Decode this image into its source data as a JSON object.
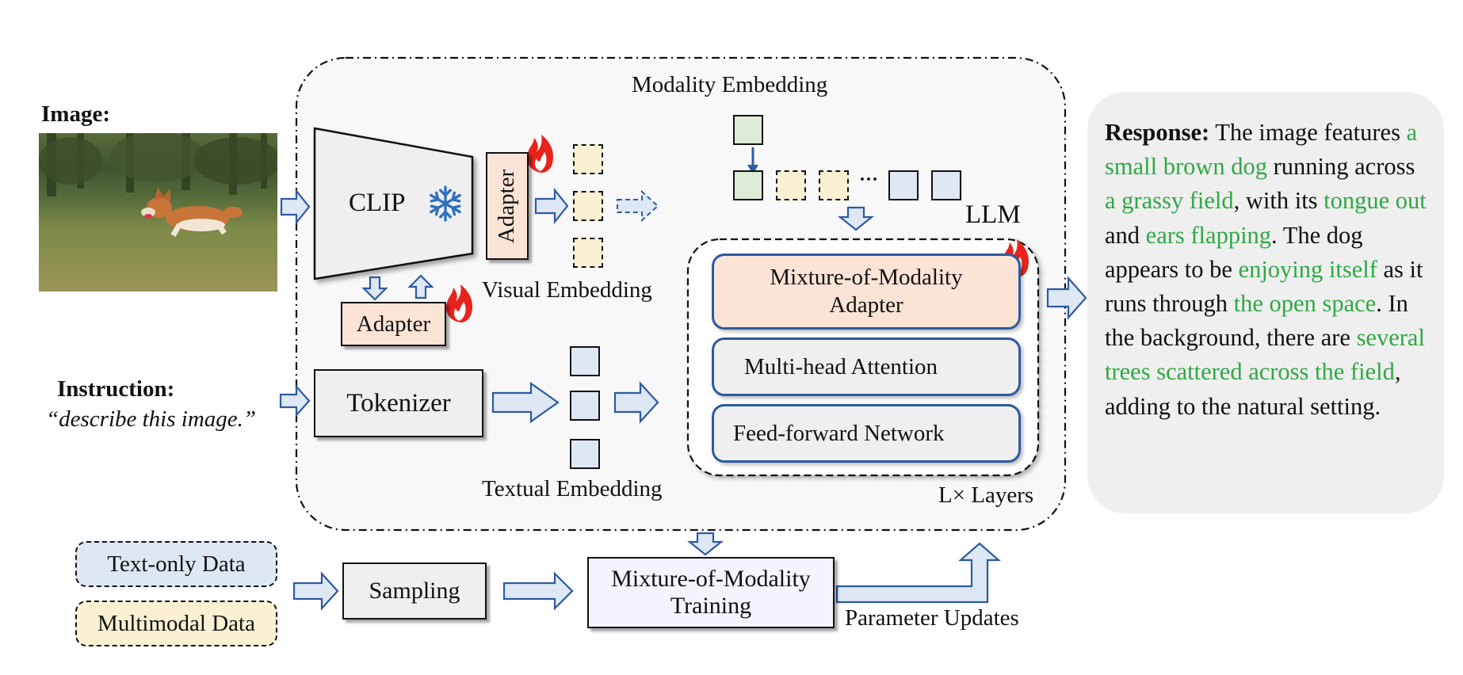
{
  "image_label": "Image:",
  "instruction_label": "Instruction:",
  "instruction_text": "“describe this image.”",
  "modality_embedding": "Modality Embedding",
  "clip": "CLIP",
  "adapter_vertical": "Adapter",
  "adapter_bottom": "Adapter",
  "visual_embedding": "Visual Embedding",
  "tokenizer": "Tokenizer",
  "textual_embedding": "Textual Embedding",
  "llm": "LLM",
  "mom_adapter_line1": "Mixture-of-Modality",
  "mom_adapter_line2": "Adapter",
  "multi_head_attention": "Multi-head Attention",
  "feed_forward": "Feed-forward Network",
  "lx_layers": "L× Layers",
  "ellipsis": "···",
  "text_only_data": "Text-only Data",
  "multimodal_data": "Multimodal Data",
  "sampling": "Sampling",
  "mom_training_line1": "Mixture-of-Modality",
  "mom_training_line2": "Training",
  "parameter_updates": "Parameter Updates",
  "response": {
    "label": "Response:",
    "segments": [
      {
        "text": " The image features ",
        "green": false
      },
      {
        "text": "a small brown dog",
        "green": true
      },
      {
        "text": " running across ",
        "green": false
      },
      {
        "text": "a grassy field",
        "green": true
      },
      {
        "text": ", with its ",
        "green": false
      },
      {
        "text": "tongue out",
        "green": true
      },
      {
        "text": " and ",
        "green": false
      },
      {
        "text": "ears flapping",
        "green": true
      },
      {
        "text": ". The dog appears to be ",
        "green": false
      },
      {
        "text": "enjoying itself",
        "green": true
      },
      {
        "text": " as it runs through ",
        "green": false
      },
      {
        "text": "the open space",
        "green": true
      },
      {
        "text": ". In the background, there are ",
        "green": false
      },
      {
        "text": "several trees scattered across the field",
        "green": true
      },
      {
        "text": ", adding to the natural setting.",
        "green": false
      }
    ]
  },
  "colors": {
    "arrow_fill": "#dde8f4",
    "arrow_stroke": "#2e5aa0",
    "green_text": "#2fa845",
    "fire": "#e8231c",
    "snowflake": "#2f6fc0"
  }
}
